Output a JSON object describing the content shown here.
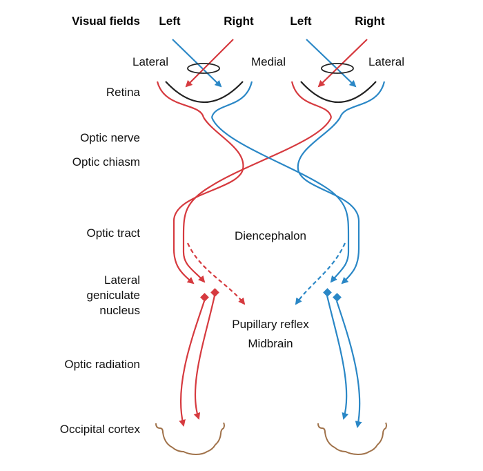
{
  "header": {
    "visual_fields": "Visual fields",
    "left_1": "Left",
    "right_1": "Right",
    "left_2": "Left",
    "right_2": "Right"
  },
  "eye_labels": {
    "lateral_left": "Lateral",
    "medial": "Medial",
    "lateral_right": "Lateral"
  },
  "pathway_labels": {
    "retina": "Retina",
    "optic_nerve": "Optic nerve",
    "optic_chiasm": "Optic chiasm",
    "optic_tract": "Optic tract",
    "lgn_line1": "Lateral",
    "lgn_line2": "geniculate",
    "lgn_line3": "nucleus",
    "optic_radiation": "Optic radiation",
    "occipital_cortex": "Occipital cortex"
  },
  "center_labels": {
    "diencephalon": "Diencephalon",
    "pupillary_reflex": "Pupillary reflex",
    "midbrain": "Midbrain"
  },
  "colors": {
    "left_field": "#d63a3f",
    "right_field": "#2a87c6",
    "cortex": "#a0724a",
    "retina": "#222222"
  }
}
